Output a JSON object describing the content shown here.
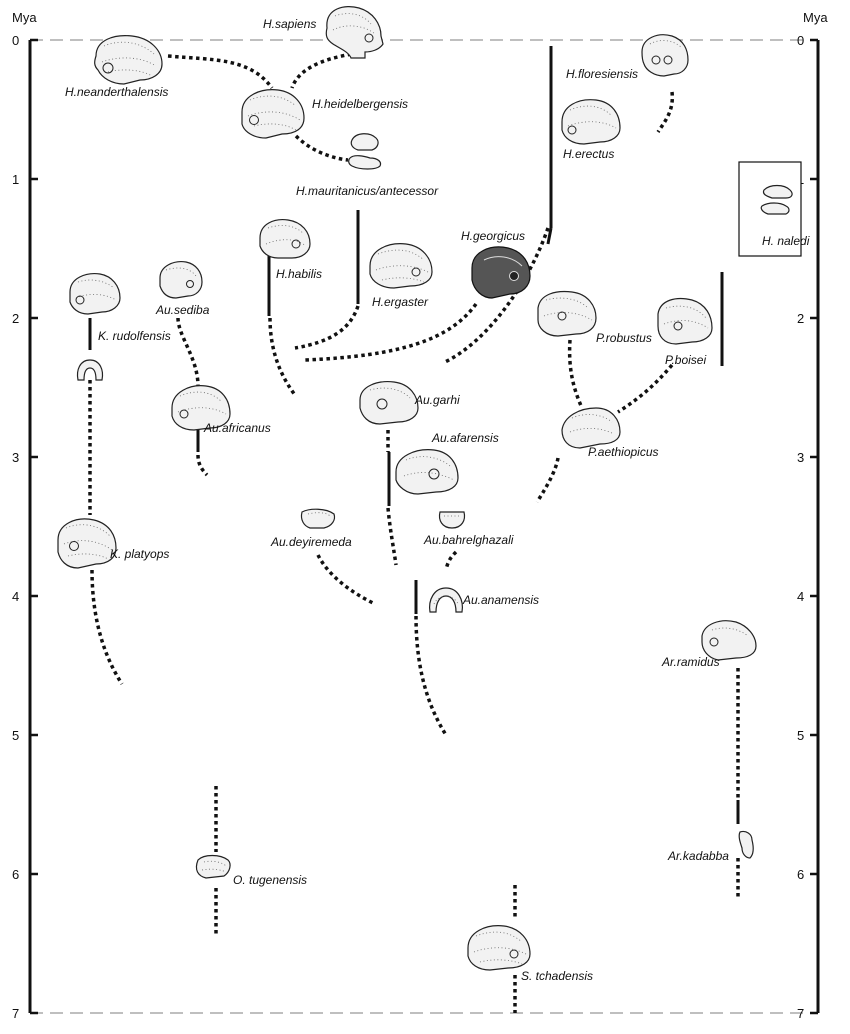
{
  "axes": {
    "left_unit": "Mya",
    "right_unit": "Mya",
    "ticks": [
      "0",
      "1",
      "2",
      "3",
      "4",
      "5",
      "6",
      "7"
    ]
  },
  "taxa": {
    "h_sapiens": "H.sapiens",
    "h_neanderthalensis": "H.neanderthalensis",
    "h_heidelbergensis": "H.heidelbergensis",
    "h_mauritanicus": "H.mauritanicus/antecessor",
    "h_floresiensis": "H.floresiensis",
    "h_erectus": "H.erectus",
    "h_naledi": "H. naledi",
    "h_habilis": "H.habilis",
    "h_ergaster": "H.ergaster",
    "h_georgicus": "H.georgicus",
    "au_sediba": "Au.sediba",
    "k_rudolfensis": "K. rudolfensis",
    "au_africanus": "Au.africanus",
    "au_garhi": "Au.garhi",
    "au_afarensis": "Au.afarensis",
    "p_robustus": "P.robustus",
    "p_boisei": "P.boisei",
    "p_aethiopicus": "P.aethiopicus",
    "k_platyops": "K. platyops",
    "au_deyiremeda": "Au.deyiremeda",
    "au_bahrelghazali": "Au.bahrelghazali",
    "au_anamensis": "Au.anamensis",
    "ar_ramidus": "Ar.ramidus",
    "o_tugenensis": "O. tugenensis",
    "ar_kadabba": "Ar.kadabba",
    "s_tchadensis": "S. tchadensis"
  }
}
